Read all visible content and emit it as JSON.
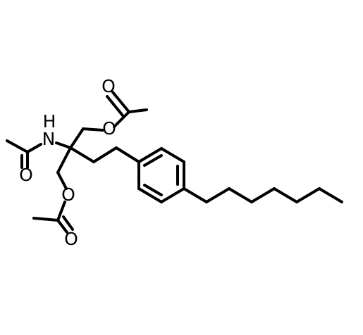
{
  "molecule": {
    "atom_labels": {
      "o_ester_top_carbonyl": "O",
      "o_ester_top_link": "O",
      "n_amide": "N",
      "h_amide": "H",
      "o_amide_carbonyl": "O",
      "o_ester_bottom_link": "O",
      "o_ester_bottom_carbonyl": "O"
    }
  }
}
